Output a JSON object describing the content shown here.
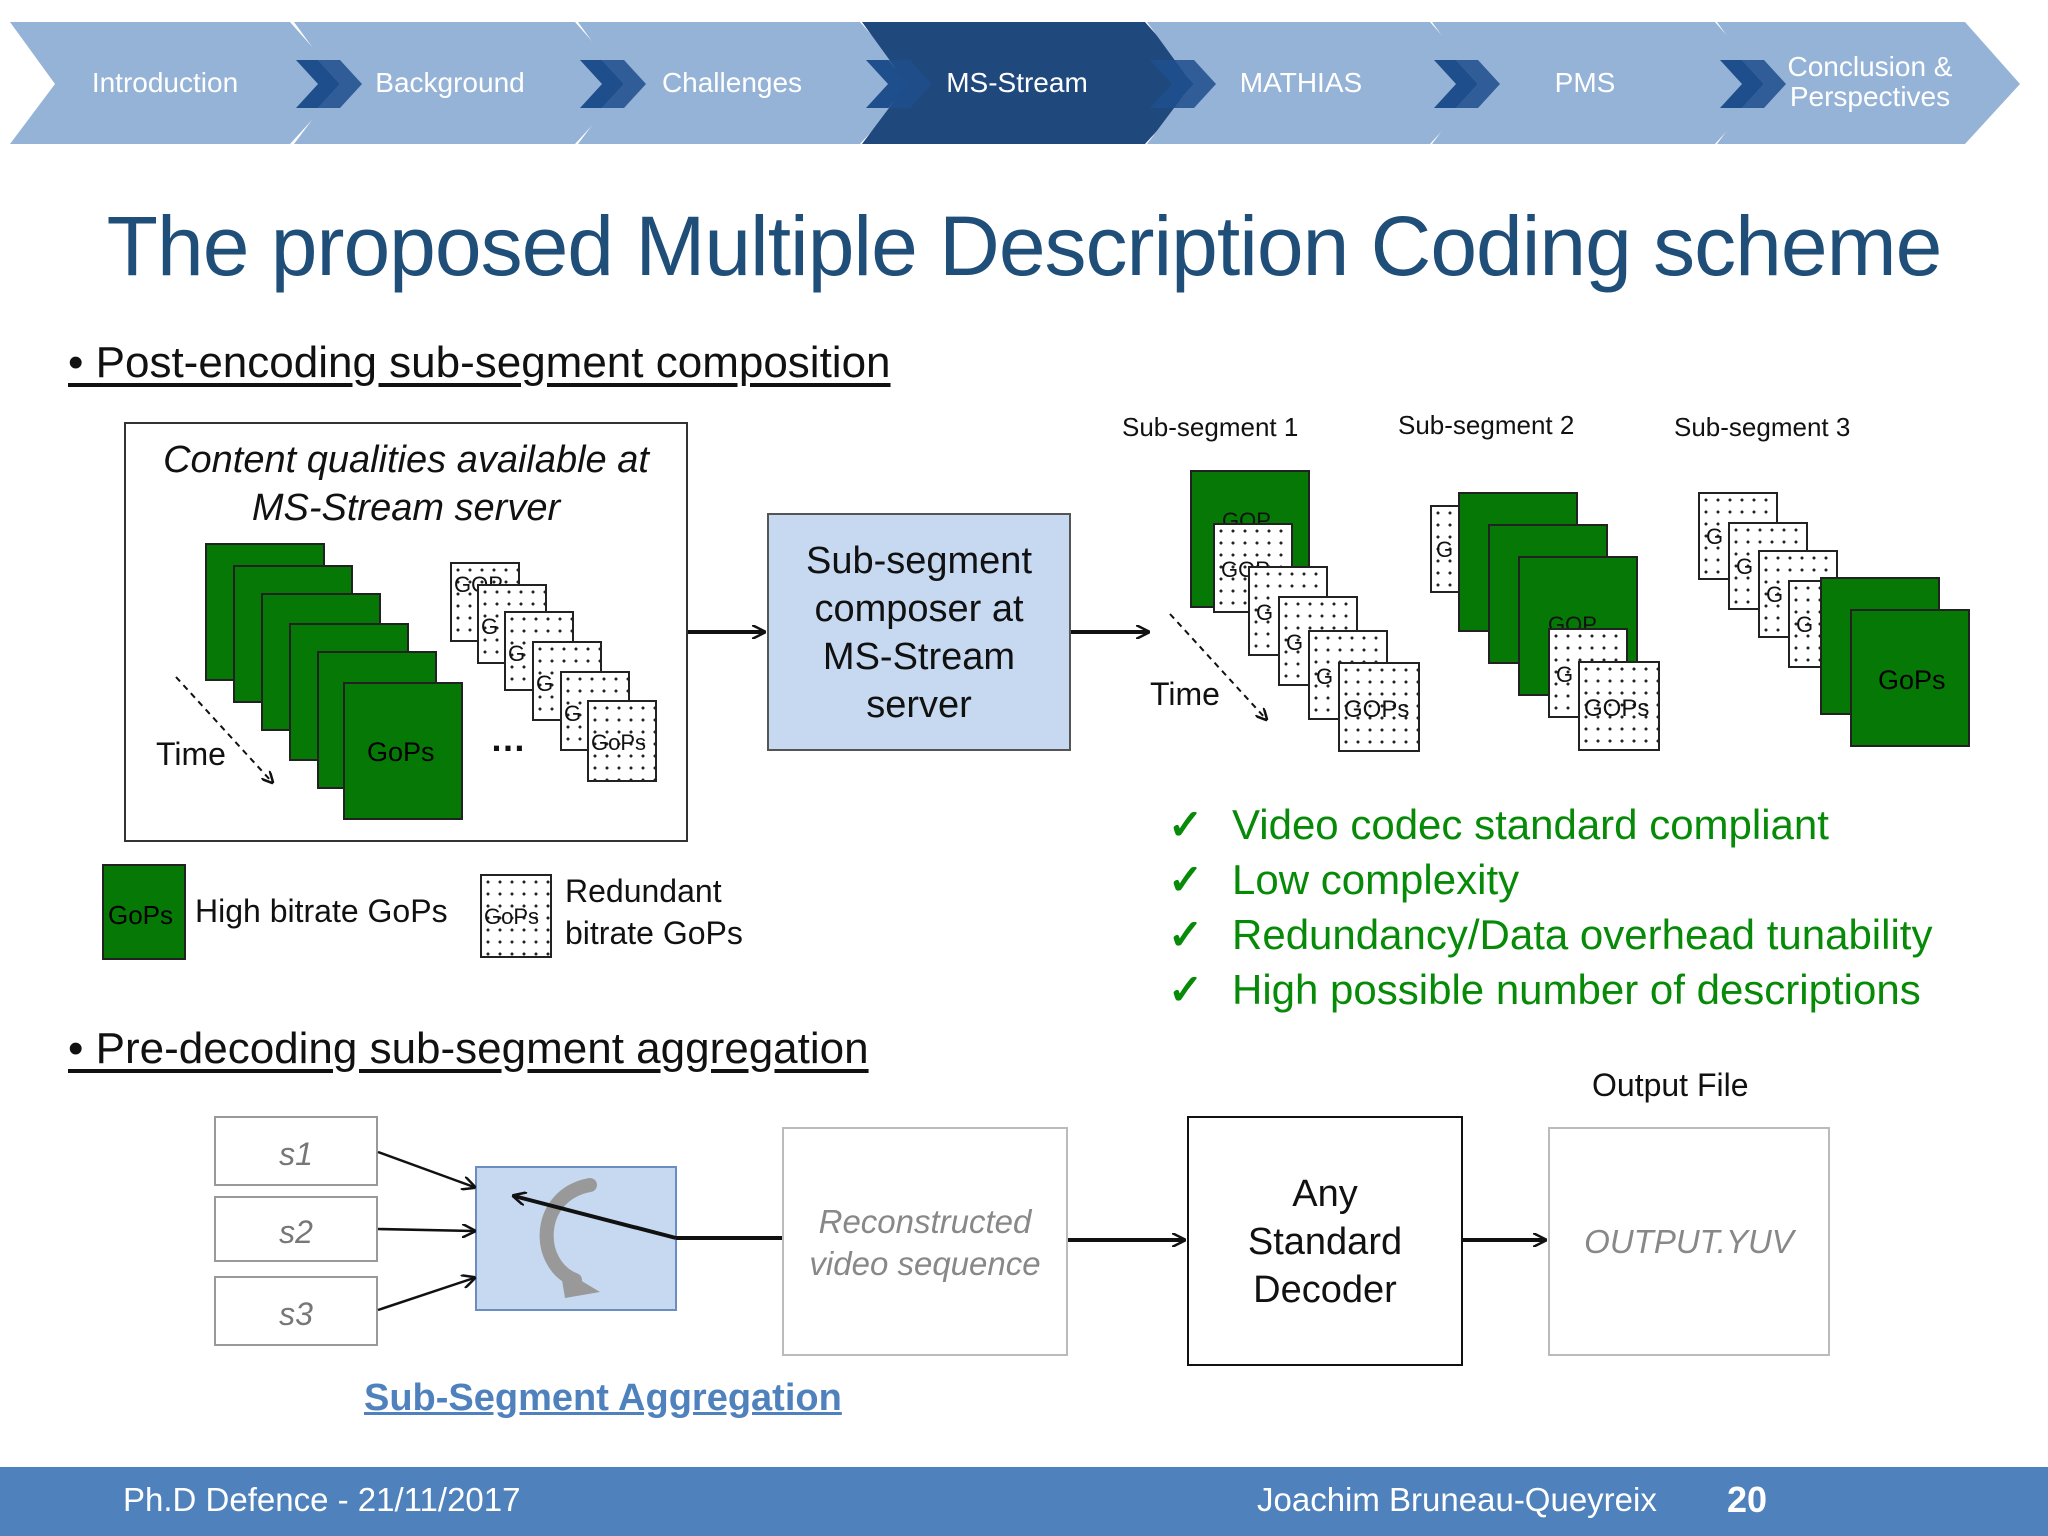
{
  "nav": {
    "items": [
      {
        "label": "Introduction",
        "active": false
      },
      {
        "label": "Background",
        "active": false
      },
      {
        "label": "Challenges",
        "active": false
      },
      {
        "label": "MS-Stream",
        "active": true
      },
      {
        "label": "MATHIAS",
        "active": false
      },
      {
        "label": "PMS",
        "active": false
      },
      {
        "label": "Conclusion &",
        "label2": "Perspectives",
        "active": false
      }
    ],
    "colors": {
      "inactive": "#95b3d7",
      "active": "#1f497d",
      "arrow": "#1f4e8c"
    }
  },
  "title": "The proposed Multiple Description Coding scheme",
  "section1": {
    "heading": "• Post-encoding sub-segment composition",
    "server_box": {
      "line1": "Content qualities available at",
      "line2": "MS-Stream server",
      "time": "Time",
      "gops": "GoPs",
      "gop_small": "GOP",
      "g": "G",
      "ellipsis": "…"
    },
    "composer": [
      "Sub-segment",
      "composer at",
      "MS-Stream",
      "server"
    ],
    "subsegments": [
      "Sub-segment 1",
      "Sub-segment 2",
      "Sub-segment 3"
    ],
    "time2": "Time",
    "gops_upper": "GOPs",
    "legend": {
      "gops": "GoPs",
      "high": "High bitrate GoPs",
      "red1": "Redundant",
      "red2": "bitrate GoPs"
    },
    "benefits": [
      "Video codec standard compliant",
      "Low complexity",
      "Redundancy/Data overhead tunability",
      "High possible number of descriptions"
    ],
    "check_mark": "✓"
  },
  "section2": {
    "heading": "• Pre-decoding sub-segment aggregation",
    "inputs": [
      "s1",
      "s2",
      "s3"
    ],
    "reconstructed": [
      "Reconstructed",
      "video sequence"
    ],
    "decoder": [
      "Any",
      "Standard",
      "Decoder"
    ],
    "output_label": "Output File",
    "output_file": "OUTPUT.YUV",
    "link": "Sub-Segment Aggregation"
  },
  "footer": {
    "left": "Ph.D Defence - 21/11/2017",
    "author": "Joachim Bruneau-Queyreix",
    "page": "20"
  }
}
